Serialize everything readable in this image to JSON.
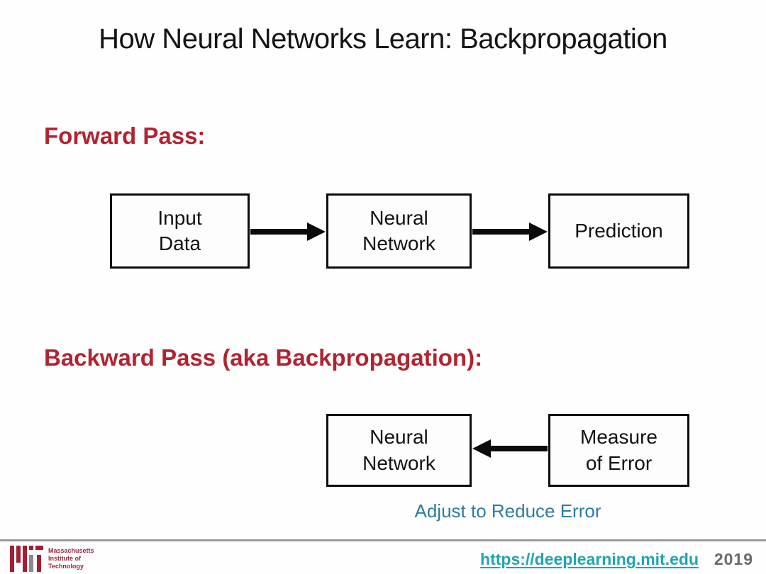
{
  "slide": {
    "title": "How Neural Networks Learn: Backpropagation",
    "forward": {
      "label": "Forward Pass:",
      "boxes": [
        {
          "text": "Input\nData"
        },
        {
          "text": "Neural\nNetwork"
        },
        {
          "text": "Prediction"
        }
      ],
      "arrows": [
        "right",
        "right"
      ]
    },
    "backward": {
      "label": "Backward Pass (aka Backpropagation):",
      "boxes": [
        {
          "text": "Neural\nNetwork"
        },
        {
          "text": "Measure\nof Error"
        }
      ],
      "arrows": [
        "left"
      ],
      "caption": "Adjust to Reduce Error"
    }
  },
  "footer": {
    "logo": "MIT",
    "institution": "Massachusetts\nInstitute of\nTechnology",
    "url": "https://deeplearning.mit.edu",
    "year": "2019"
  },
  "colors": {
    "heading_red": "#b22330",
    "box_border": "#0c0c0c",
    "caption_teal": "#2e7ba4",
    "url_teal": "#1fa5b2",
    "mit_logo_red": "#a31f34",
    "mit_logo_gray": "#8a8b8d",
    "footer_rule_gray": "#9b9b9d",
    "year_gray": "#6a6a6a"
  }
}
